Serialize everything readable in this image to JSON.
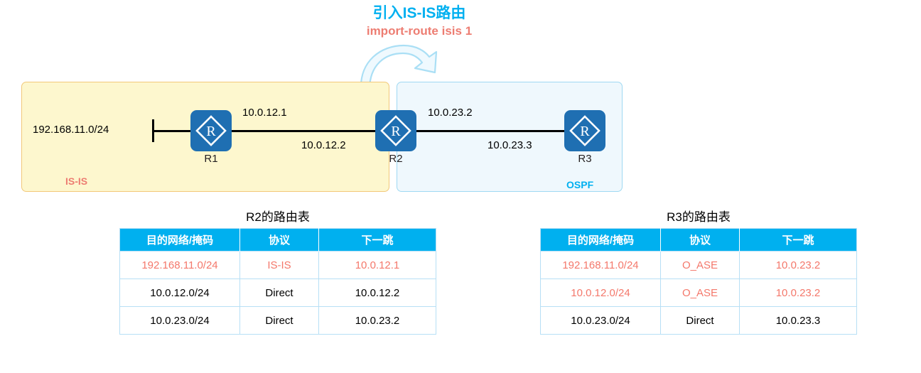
{
  "title": {
    "main": "引入IS-IS路由",
    "sub": "import-route isis 1",
    "main_color": "#00B0F0",
    "sub_color": "#ED7D72"
  },
  "arrow": {
    "name": "curved-import-arrow",
    "color": "#AADFF5",
    "fill": "#EFF9FE"
  },
  "topology": {
    "zones": [
      {
        "id": "isis",
        "label": "IS-IS",
        "label_color": "#ED7D72",
        "bg": "#FDF7CE",
        "border": "#F2C879"
      },
      {
        "id": "ospf",
        "label": "OSPF",
        "label_color": "#00B0F0",
        "bg": "#EFF8FD",
        "border": "#9FD9F2"
      }
    ],
    "routers": [
      {
        "id": "r1",
        "name": "R1",
        "icon": "router-icon"
      },
      {
        "id": "r2",
        "name": "R2",
        "icon": "router-icon"
      },
      {
        "id": "r3",
        "name": "R3",
        "icon": "router-icon"
      }
    ],
    "ip_labels": [
      {
        "id": "lan",
        "text": "192.168.11.0/24"
      },
      {
        "id": "r1_e0",
        "text": "10.0.12.1"
      },
      {
        "id": "r2_e0",
        "text": "10.0.12.2"
      },
      {
        "id": "r2_e1",
        "text": "10.0.23.2"
      },
      {
        "id": "r3_e0",
        "text": "10.0.23.3"
      }
    ]
  },
  "tables": [
    {
      "caption": "R2的路由表",
      "headers": [
        "目的网络/掩码",
        "协议",
        "下一跳"
      ],
      "rows": [
        {
          "cells": [
            "192.168.11.0/24",
            "IS-IS",
            "10.0.12.1"
          ],
          "highlight": true
        },
        {
          "cells": [
            "10.0.12.0/24",
            "Direct",
            "10.0.12.2"
          ],
          "highlight": false
        },
        {
          "cells": [
            "10.0.23.0/24",
            "Direct",
            "10.0.23.2"
          ],
          "highlight": false
        }
      ]
    },
    {
      "caption": "R3的路由表",
      "headers": [
        "目的网络/掩码",
        "协议",
        "下一跳"
      ],
      "rows": [
        {
          "cells": [
            "192.168.11.0/24",
            "O_ASE",
            "10.0.23.2"
          ],
          "highlight": true
        },
        {
          "cells": [
            "10.0.12.0/24",
            "O_ASE",
            "10.0.23.2"
          ],
          "highlight": true
        },
        {
          "cells": [
            "10.0.23.0/24",
            "Direct",
            "10.0.23.3"
          ],
          "highlight": false
        }
      ]
    }
  ],
  "colors": {
    "header_blue": "#00B0EF",
    "highlight_red": "#F4786B",
    "router_blue": "#1F6FB2",
    "table_border": "#B7DFF5"
  }
}
